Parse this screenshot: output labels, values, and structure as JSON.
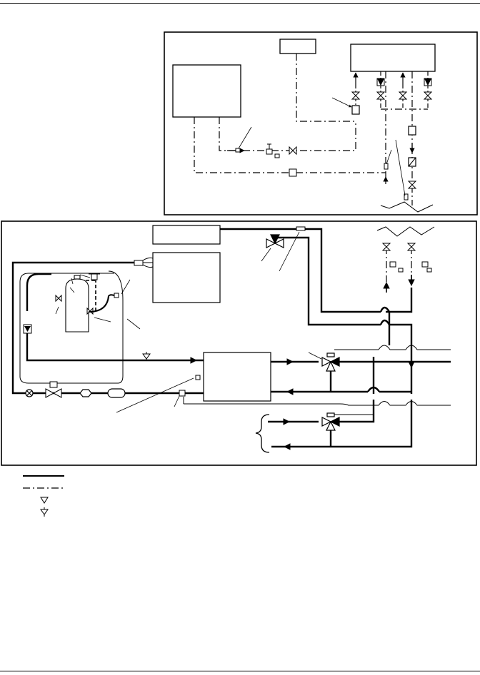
{
  "page": {
    "background": "#ffffff",
    "ink": "#000000"
  },
  "legend": {
    "items": [
      {
        "symbol": "solid-line",
        "label": ""
      },
      {
        "symbol": "dash-dot-line",
        "label": ""
      },
      {
        "symbol": "open-triangle",
        "label": ""
      },
      {
        "symbol": "ground-triangle",
        "label": ""
      }
    ]
  }
}
